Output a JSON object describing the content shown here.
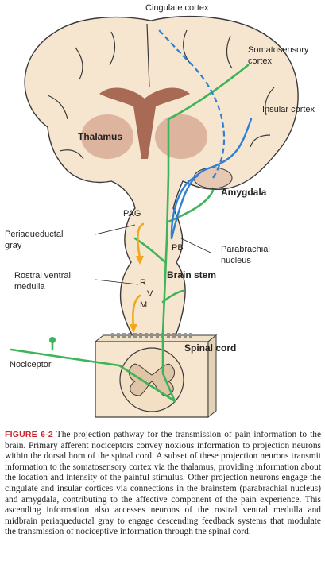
{
  "labels": {
    "cingulate_cortex": "Cingulate cortex",
    "somatosensory_cortex_1": "Somatosensory",
    "somatosensory_cortex_2": "cortex",
    "insular_cortex": "Insular cortex",
    "thalamus": "Thalamus",
    "amygdala": "Amygdala",
    "pag": "PAG",
    "periaqueductal_gray_1": "Periaqueductal",
    "periaqueductal_gray_2": "gray",
    "pb": "PB",
    "parabrachial_nucleus_1": "Parabrachial",
    "parabrachial_nucleus_2": "nucleus",
    "brain_stem": "Brain stem",
    "rostral_ventral_medulla_1": "Rostral ventral",
    "rostral_ventral_medulla_2": "medulla",
    "r": "R",
    "v": "V",
    "m": "M",
    "spinal_cord": "Spinal cord",
    "nociceptor": "Nociceptor"
  },
  "caption": {
    "figure_number": "FIGURE 6-2",
    "text": "The projection pathway for the transmission of pain information to the brain. Primary afferent nociceptors convey noxious information to projection neurons within the dorsal horn of the spinal cord. A subset of these projection neurons transmit information to the somatosensory cortex via the thalamus, providing information about the location and intensity of the painful stimulus. Other projection neurons engage the cingulate and insular cortices via connections in the brainstem (parabrachial nucleus) and amygdala, contributing to the affective component of the pain experience. This ascending information also accesses neurons of the rostral ventral medulla and midbrain periaqueductal gray to engage descending feedback systems that modulate the transmission of nociceptive information through the spinal cord."
  },
  "colors": {
    "tissue_fill": "#f6e6cf",
    "tissue_outline": "#3a3a3a",
    "thalamus_shade": "#c98b74",
    "ventricle": "#a86a55",
    "green_pathway": "#3db35a",
    "blue_pathway": "#2f7fd6",
    "descending_pathway": "#f2a81e",
    "caption_red": "#c8262f"
  }
}
